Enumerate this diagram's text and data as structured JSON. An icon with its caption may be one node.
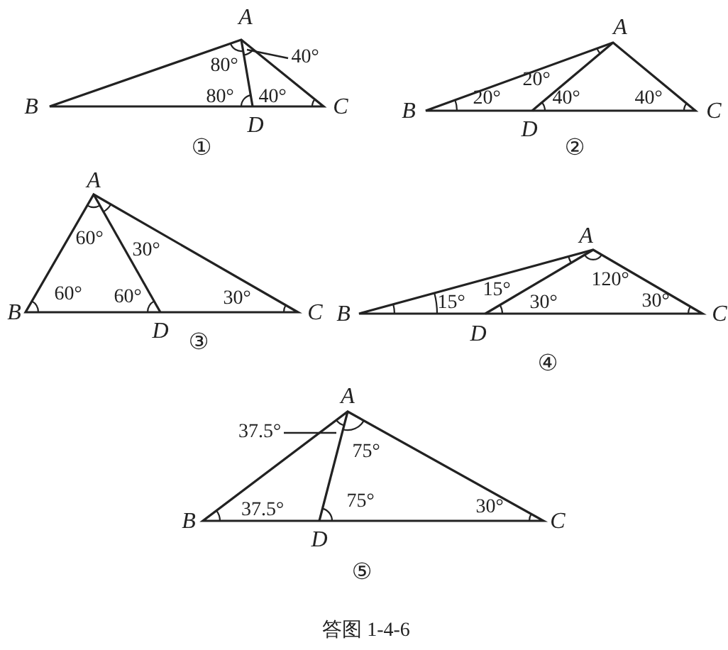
{
  "diagram": {
    "caption": "答图 1-4-6",
    "nodes": [
      {
        "text": [
          "40°"
        ]
      },
      {
        "text": [
          "37.5°"
        ]
      }
    ],
    "edges": [
      {
        "from": 0,
        "to": null,
        "arrow": "none"
      },
      {
        "from": 1,
        "to": null,
        "arrow": "none"
      }
    ],
    "labels": [
      "A",
      "80°",
      "80°",
      "40°",
      "B",
      "C",
      "D",
      "①",
      "A",
      "20°",
      "20°",
      "40°",
      "40°",
      "B",
      "C",
      "D",
      "②",
      "A",
      "60°",
      "30°",
      "60°",
      "60°",
      "30°",
      "B",
      "C",
      "D",
      "③",
      "A",
      "15°",
      "120°",
      "15°",
      "30°",
      "30°",
      "B",
      "C",
      "D",
      "④",
      "A",
      "75°",
      "75°",
      "37.5°",
      "30°",
      "B",
      "C",
      "D",
      "⑤"
    ]
  }
}
